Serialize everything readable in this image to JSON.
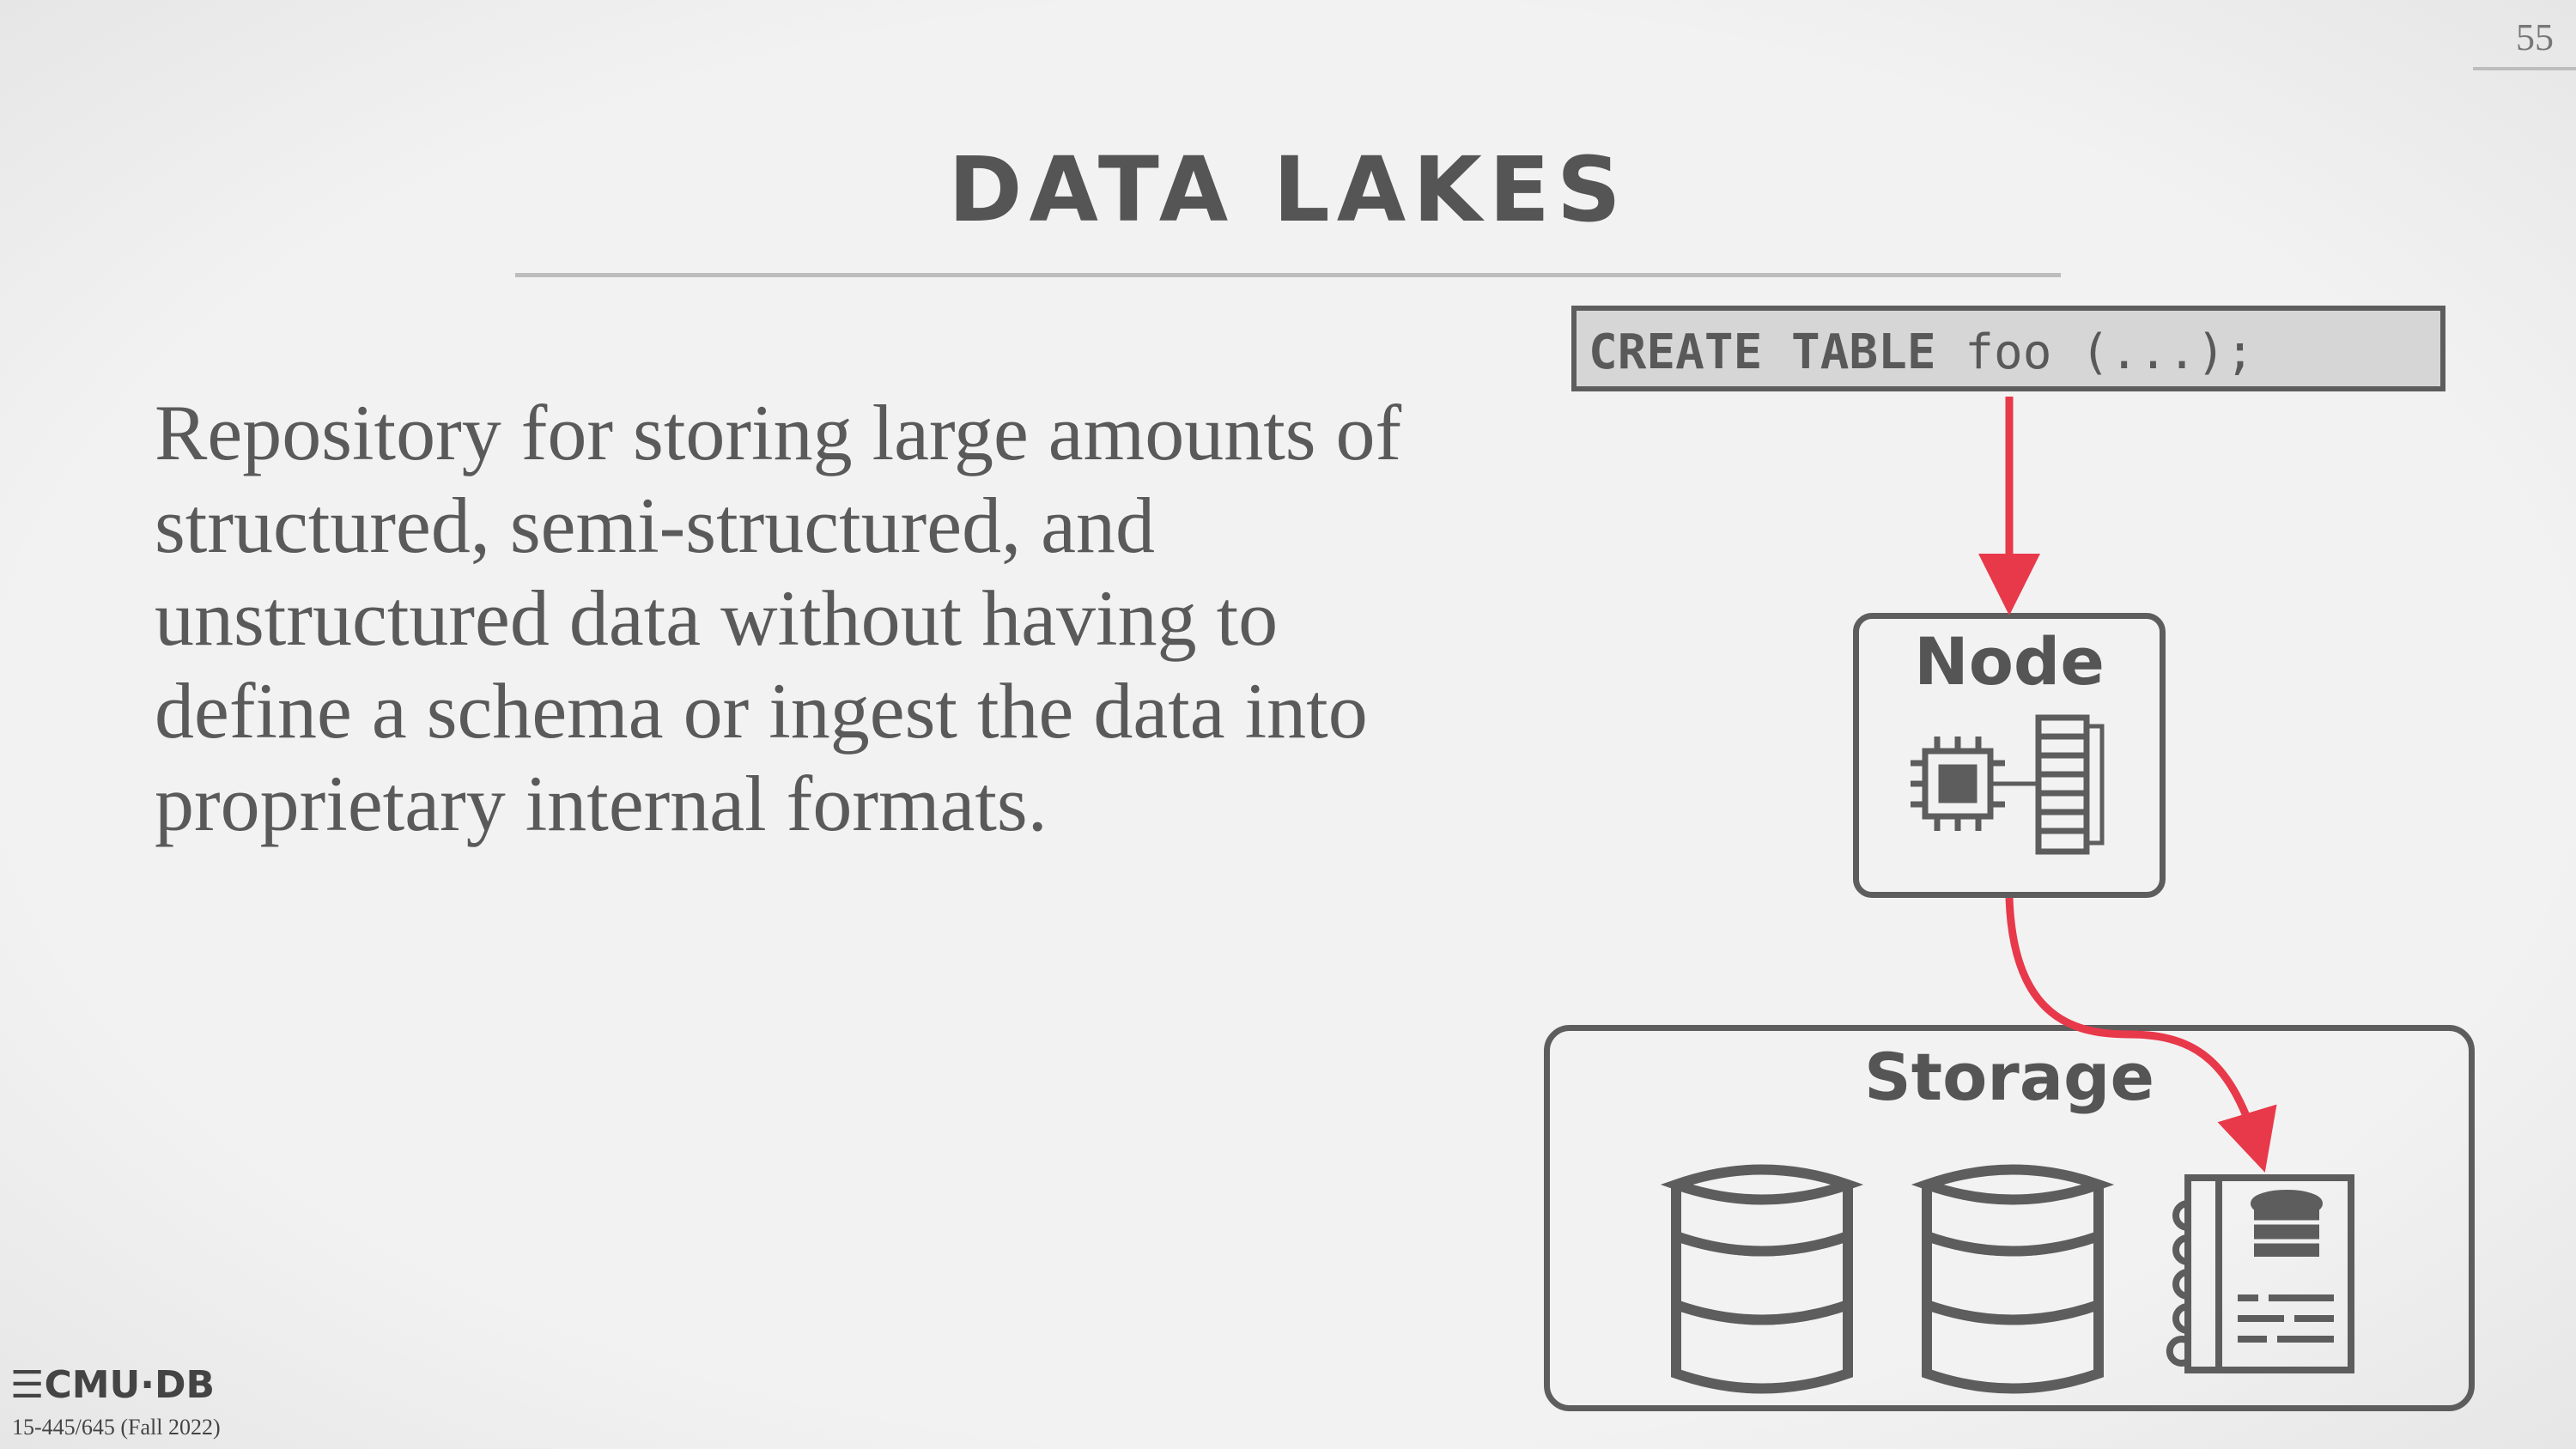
{
  "slide": {
    "page_number": "55",
    "title": "DATA LAKES",
    "body": "Repository for storing large amounts of structured, semi-structured, and unstructured data without having to define a schema or ingest the data into proprietary internal formats."
  },
  "diagram": {
    "sql_keyword": "CREATE TABLE",
    "sql_rest": " foo (...);",
    "node_label": "Node",
    "storage_label": "Storage",
    "arrow_color": "#e8394a",
    "icons": [
      "cpu-icon",
      "memory-icon",
      "database-icon",
      "database-icon",
      "catalog-notebook-icon"
    ]
  },
  "footer": {
    "logo": "CMU·DB",
    "course": "15-445/645 (Fall 2022)"
  }
}
